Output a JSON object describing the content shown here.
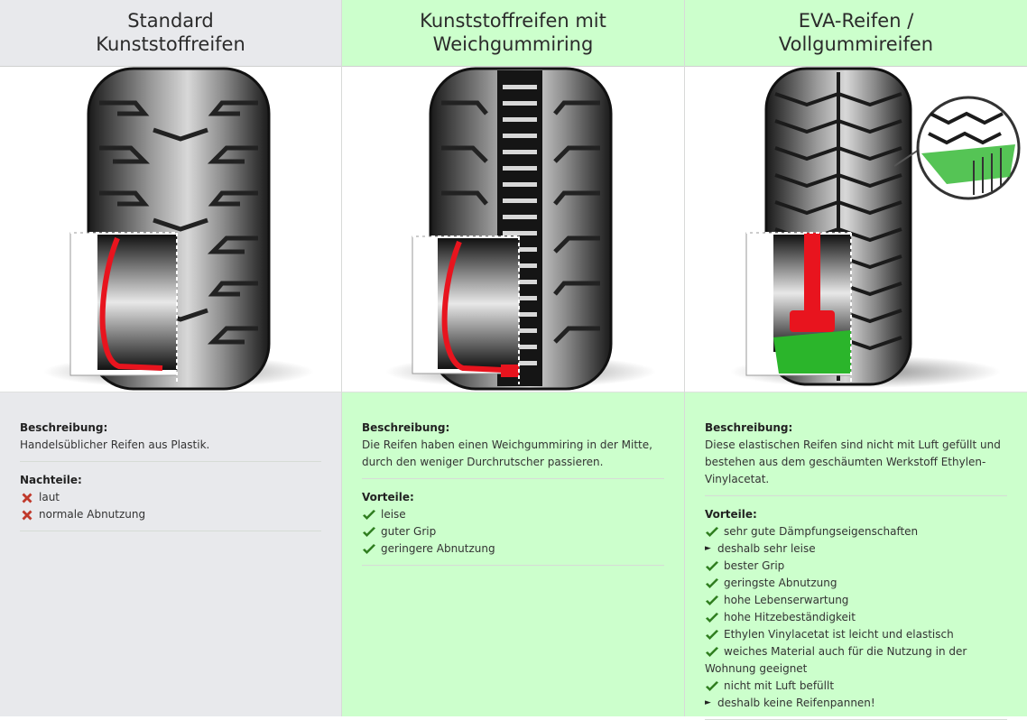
{
  "columns": [
    {
      "title_line1": "Standard",
      "title_line2": "Kunststoffreifen",
      "desc_label": "Beschreibung:",
      "desc_text": "Handelsüblicher Reifen aus Plastik.",
      "list_label": "Nachteile:",
      "items": [
        {
          "icon": "x-icon",
          "text": "laut"
        },
        {
          "icon": "x-icon",
          "text": "normale Abnutzung"
        }
      ]
    },
    {
      "title_line1": "Kunststoffreifen mit",
      "title_line2": "Weichgummiring",
      "desc_label": "Beschreibung:",
      "desc_line1": "Die Reifen haben einen Weichgummiring in der Mitte,",
      "desc_line2": "durch den weniger Durchrutscher passieren.",
      "list_label": "Vorteile:",
      "items": [
        {
          "icon": "check-icon",
          "text": "leise"
        },
        {
          "icon": "check-icon",
          "text": "guter Grip"
        },
        {
          "icon": "check-icon",
          "text": "geringere Abnutzung"
        }
      ]
    },
    {
      "title_line1": "EVA-Reifen /",
      "title_line2": "Vollgummireifen",
      "desc_label": "Beschreibung:",
      "desc_line1": "Diese elastischen Reifen sind nicht mit Luft gefüllt und",
      "desc_line2": "bestehen aus dem geschäumten Werkstoff Ethylen-",
      "desc_line3": "Vinylacetat.",
      "list_label": "Vorteile:",
      "items": [
        {
          "icon": "check-icon",
          "text": "sehr gute Dämpfungseigenschaften"
        },
        {
          "icon": "arrow-icon",
          "text": "deshalb sehr leise"
        },
        {
          "icon": "check-icon",
          "text": "bester Grip"
        },
        {
          "icon": "check-icon",
          "text": "geringste Abnutzung"
        },
        {
          "icon": "check-icon",
          "text": "hohe Lebenserwartung"
        },
        {
          "icon": "check-icon",
          "text": "hohe Hitzebeständigkeit"
        },
        {
          "icon": "check-icon",
          "text": "Ethylen Vinylacetat ist leicht und elastisch"
        },
        {
          "icon": "check-icon",
          "text": "weiches Material auch für die Nutzung in der"
        },
        {
          "icon": "none",
          "text": "Wohnung geeignet"
        },
        {
          "icon": "check-icon",
          "text": "nicht mit Luft befüllt"
        },
        {
          "icon": "arrow-icon",
          "text": "deshalb keine Reifenpannen!"
        }
      ]
    }
  ],
  "colors": {
    "neutral_col": "#e8e9ec",
    "highlight_col": "#ccffcc",
    "check": "#2f7d1f",
    "cross": "#c0392b",
    "cutaway_red": "#e8141e",
    "eva_green": "#2bb52b"
  }
}
